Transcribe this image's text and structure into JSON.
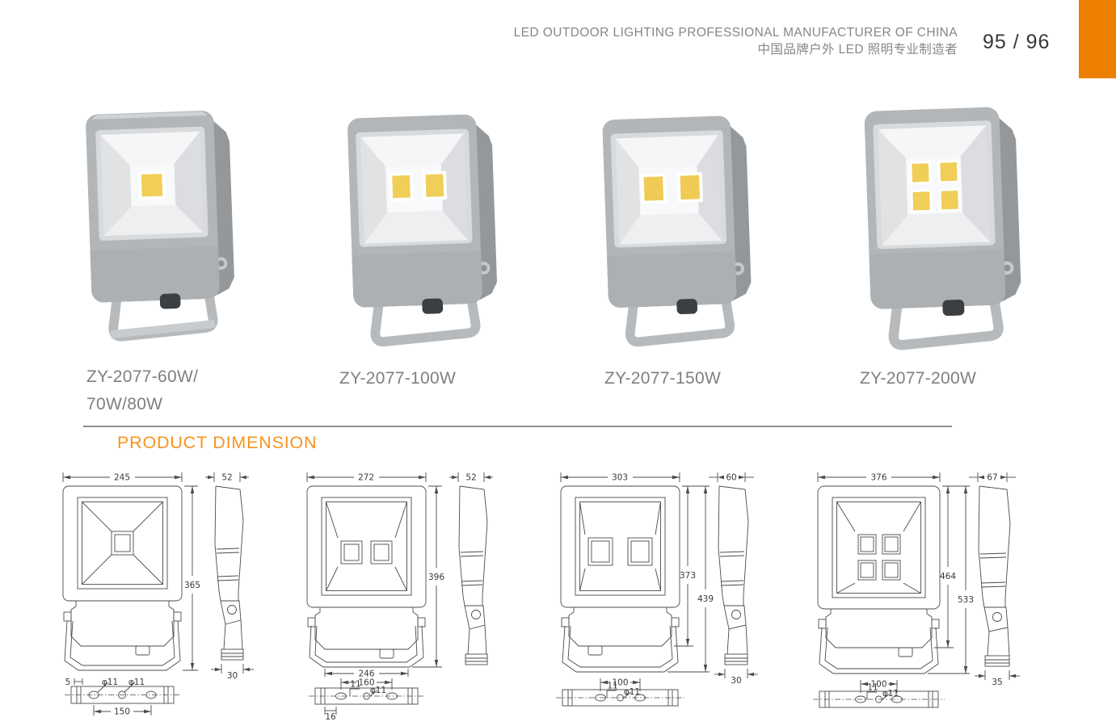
{
  "header": {
    "tagline_en": "LED OUTDOOR LIGHTING PROFESSIONAL MANUFACTURER OF CHINA",
    "tagline_cn": "中国品牌户外 LED 照明专业制造者",
    "page_number": "95 / 96"
  },
  "section_title": "PRODUCT DIMENSION",
  "products": [
    {
      "model_line1": "ZY-2077-60W/",
      "model_line2": "70W/80W",
      "chips": 1
    },
    {
      "model_line1": "ZY-2077-100W",
      "model_line2": "",
      "chips": 2
    },
    {
      "model_line1": "ZY-2077-150W",
      "model_line2": "",
      "chips": 2
    },
    {
      "model_line1": "ZY-2077-200W",
      "model_line2": "",
      "chips": 4
    }
  ],
  "drawings": [
    {
      "front_width": "245",
      "overall_height": "365",
      "side_width": "52",
      "side_foot": "30",
      "chips": 1,
      "bracket": {
        "edge_offset": "5",
        "hole_left": "φ11",
        "hole_center": "φ11",
        "hole_spacing": "150"
      }
    },
    {
      "front_width": "272",
      "overall_height": "396",
      "bottom_width": "246",
      "side_width": "52",
      "chips": 2,
      "bracket": {
        "hole_spacing": "160",
        "slot_offset": "11",
        "hole": "φ11",
        "edge_offset": "16"
      }
    },
    {
      "front_width": "303",
      "body_height": "373",
      "overall_height": "439",
      "side_width": "60",
      "side_foot": "30",
      "chips": 2,
      "bracket": {
        "hole_spacing": "100",
        "slot_offset": "11",
        "hole": "φ11"
      }
    },
    {
      "front_width": "376",
      "body_height": "464",
      "overall_height": "533",
      "side_width": "67",
      "side_foot": "35",
      "chips": 4,
      "bracket": {
        "hole_spacing": "100",
        "slot_offset": "11",
        "hole": "φ11"
      }
    }
  ],
  "colors": {
    "accent_orange": "#ED8000",
    "title_orange": "#F7941E",
    "label_grey": "#7D8083",
    "drawing_line": "#4B4B4B",
    "chip_yellow": "#F0CE58",
    "body_grey": "#B2B6B9"
  }
}
